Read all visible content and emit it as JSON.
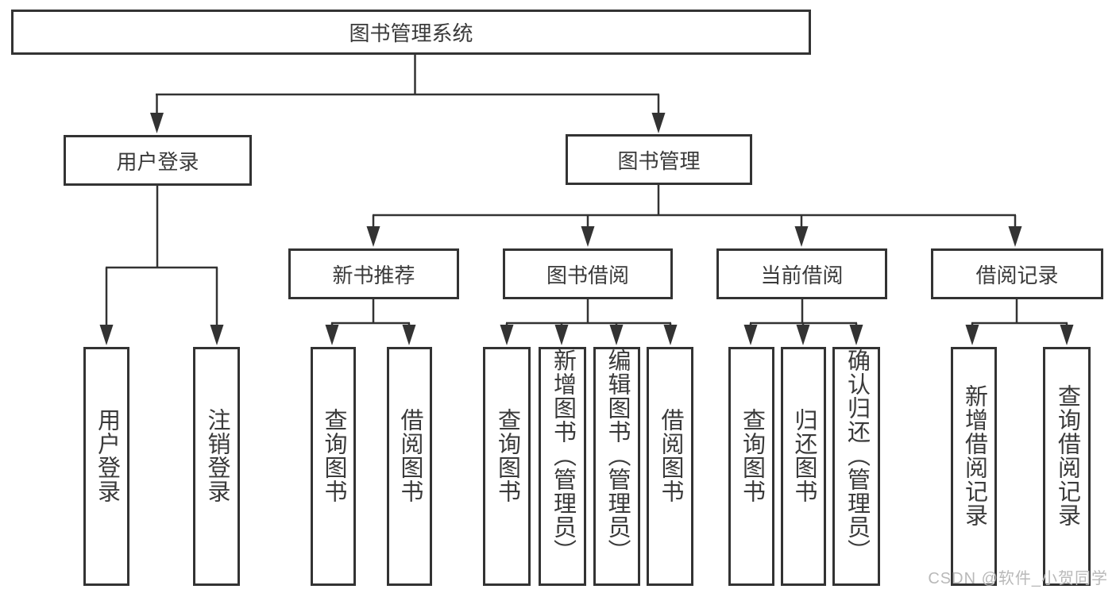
{
  "tree": {
    "root": {
      "label": "图书管理系统"
    },
    "level2": [
      {
        "label": "用户登录"
      },
      {
        "label": "图书管理"
      }
    ],
    "level3": [
      {
        "label": "新书推荐"
      },
      {
        "label": "图书借阅"
      },
      {
        "label": "当前借阅"
      },
      {
        "label": "借阅记录"
      }
    ],
    "level4": {
      "user_login": [
        {
          "label": "用户登录"
        },
        {
          "label": "注销登录"
        }
      ],
      "new_book": [
        {
          "label": "查询图书"
        },
        {
          "label": "借阅图书"
        }
      ],
      "book_borrow": [
        {
          "label": "查询图书"
        },
        {
          "label": "新增图书（管理员）"
        },
        {
          "label": "编辑图书（管理员）"
        },
        {
          "label": "借阅图书"
        }
      ],
      "current_borrow": [
        {
          "label": "查询图书"
        },
        {
          "label": "归还图书"
        },
        {
          "label": "确认归还（管理员）"
        }
      ],
      "borrow_records": [
        {
          "label": "新增借阅记录"
        },
        {
          "label": "查询借阅记录"
        }
      ]
    }
  },
  "watermark": {
    "text": "CSDN @软件_小贺同学"
  },
  "colors": {
    "line": "#333333",
    "text": "#3a3a3a",
    "watermark": "#b9b9b9",
    "background": "#ffffff"
  }
}
